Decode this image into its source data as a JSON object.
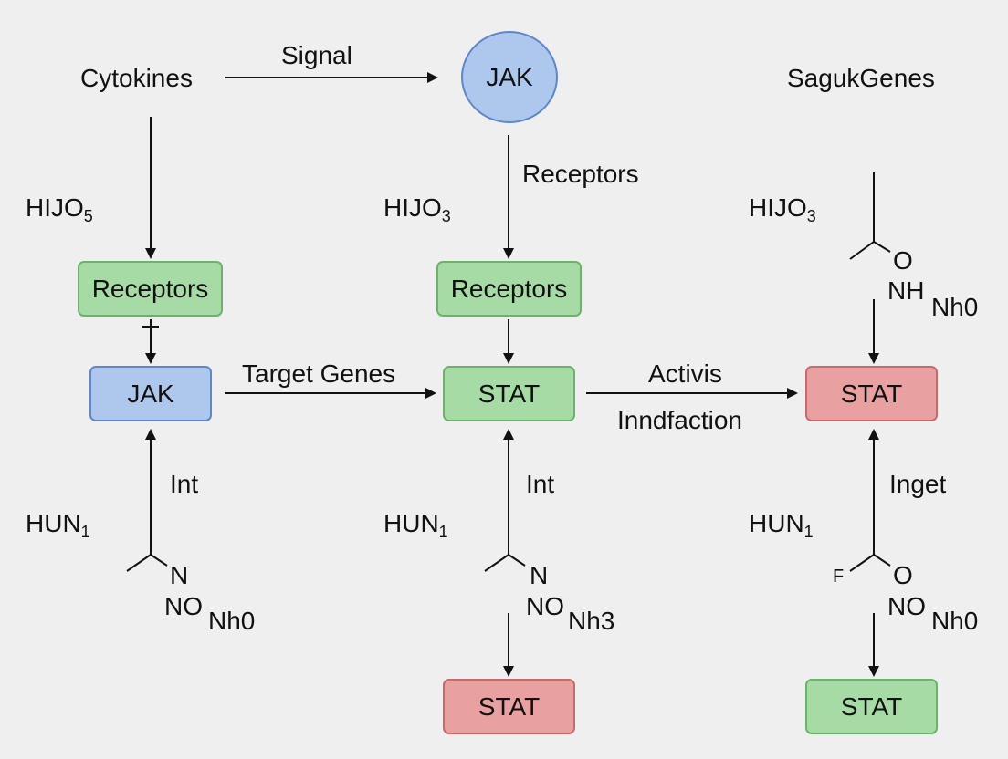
{
  "labels": {
    "cytokines": "Cytokines",
    "signal": "Signal",
    "sagukgenes": "SagukGenes",
    "receptors_top": "Receptors",
    "target_genes": "Target Genes",
    "activis": "Activis",
    "inndfaction": "Inndfaction",
    "int_left": "Int",
    "int_mid": "Int",
    "inget": "Inget"
  },
  "nodes": {
    "jak_circle": "JAK",
    "receptors_left": "Receptors",
    "receptors_mid": "Receptors",
    "jak_box": "JAK",
    "stat_mid": "STAT",
    "stat_right": "STAT",
    "stat_bottom_mid": "STAT",
    "stat_bottom_right": "STAT"
  },
  "formulas": {
    "hjo5": {
      "main": "HIJO",
      "sub": "5"
    },
    "hjo3_mid": {
      "main": "HIJO",
      "sub": "3"
    },
    "hjo3_right": {
      "main": "HIJO",
      "sub": "3"
    },
    "hun1_left": {
      "main": "HUN",
      "sub": "1"
    },
    "hun1_mid": {
      "main": "HUN",
      "sub": "1"
    },
    "hun1_right": {
      "main": "HUN",
      "sub": "1"
    }
  },
  "chem": {
    "right_top_o": "O",
    "right_top_nh": "NH",
    "right_top_nh0": "Nh0",
    "left_n": "N",
    "left_no": "NO",
    "left_nh0": "Nh0",
    "mid_n": "N",
    "mid_no": "NO",
    "mid_nh3": "Nh3",
    "right_f": "F",
    "right_o": "O",
    "right_no": "NO",
    "right_nh0": "Nh0"
  },
  "colors": {
    "green": "#a7dba6",
    "blue": "#aec7ec",
    "red": "#e9a0a0",
    "background": "#efefef"
  }
}
